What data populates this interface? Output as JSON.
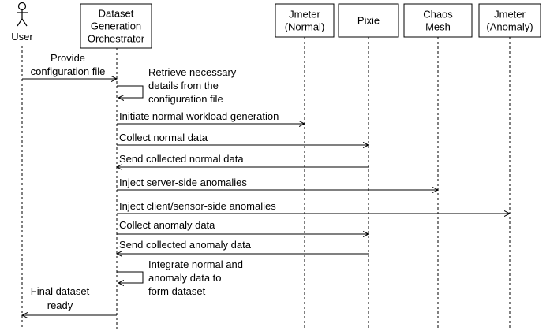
{
  "actor": {
    "label": "User"
  },
  "participants": [
    {
      "id": "orchestrator",
      "lines": [
        "Dataset",
        "Generation",
        "Orchestrator"
      ]
    },
    {
      "id": "jmeter-normal",
      "lines": [
        "Jmeter",
        "(Normal)"
      ]
    },
    {
      "id": "pixie",
      "lines": [
        "Pixie"
      ]
    },
    {
      "id": "chaos-mesh",
      "lines": [
        "Chaos",
        "Mesh"
      ]
    },
    {
      "id": "jmeter-anomaly",
      "lines": [
        "Jmeter",
        "(Anomaly)"
      ]
    }
  ],
  "messages": [
    {
      "from": "user",
      "to": "orchestrator",
      "lines": [
        "Provide",
        "configuration file"
      ]
    },
    {
      "from": "orchestrator",
      "to": "orchestrator",
      "lines": [
        "Retrieve necessary",
        "details from the",
        "configuration file"
      ]
    },
    {
      "from": "orchestrator",
      "to": "jmeter-normal",
      "lines": [
        "Initiate normal workload generation"
      ]
    },
    {
      "from": "orchestrator",
      "to": "pixie",
      "lines": [
        "Collect normal data"
      ]
    },
    {
      "from": "pixie",
      "to": "orchestrator",
      "lines": [
        "Send collected normal data"
      ]
    },
    {
      "from": "orchestrator",
      "to": "chaos-mesh",
      "lines": [
        "Inject server-side anomalies"
      ]
    },
    {
      "from": "orchestrator",
      "to": "jmeter-anomaly",
      "lines": [
        "Inject client/sensor-side anomalies"
      ]
    },
    {
      "from": "orchestrator",
      "to": "pixie",
      "lines": [
        "Collect anomaly data"
      ]
    },
    {
      "from": "pixie",
      "to": "orchestrator",
      "lines": [
        "Send collected anomaly data"
      ]
    },
    {
      "from": "orchestrator",
      "to": "orchestrator",
      "lines": [
        "Integrate normal and",
        "anomaly data to",
        "form dataset"
      ]
    },
    {
      "from": "orchestrator",
      "to": "user",
      "lines": [
        "Final dataset",
        "ready"
      ]
    }
  ]
}
